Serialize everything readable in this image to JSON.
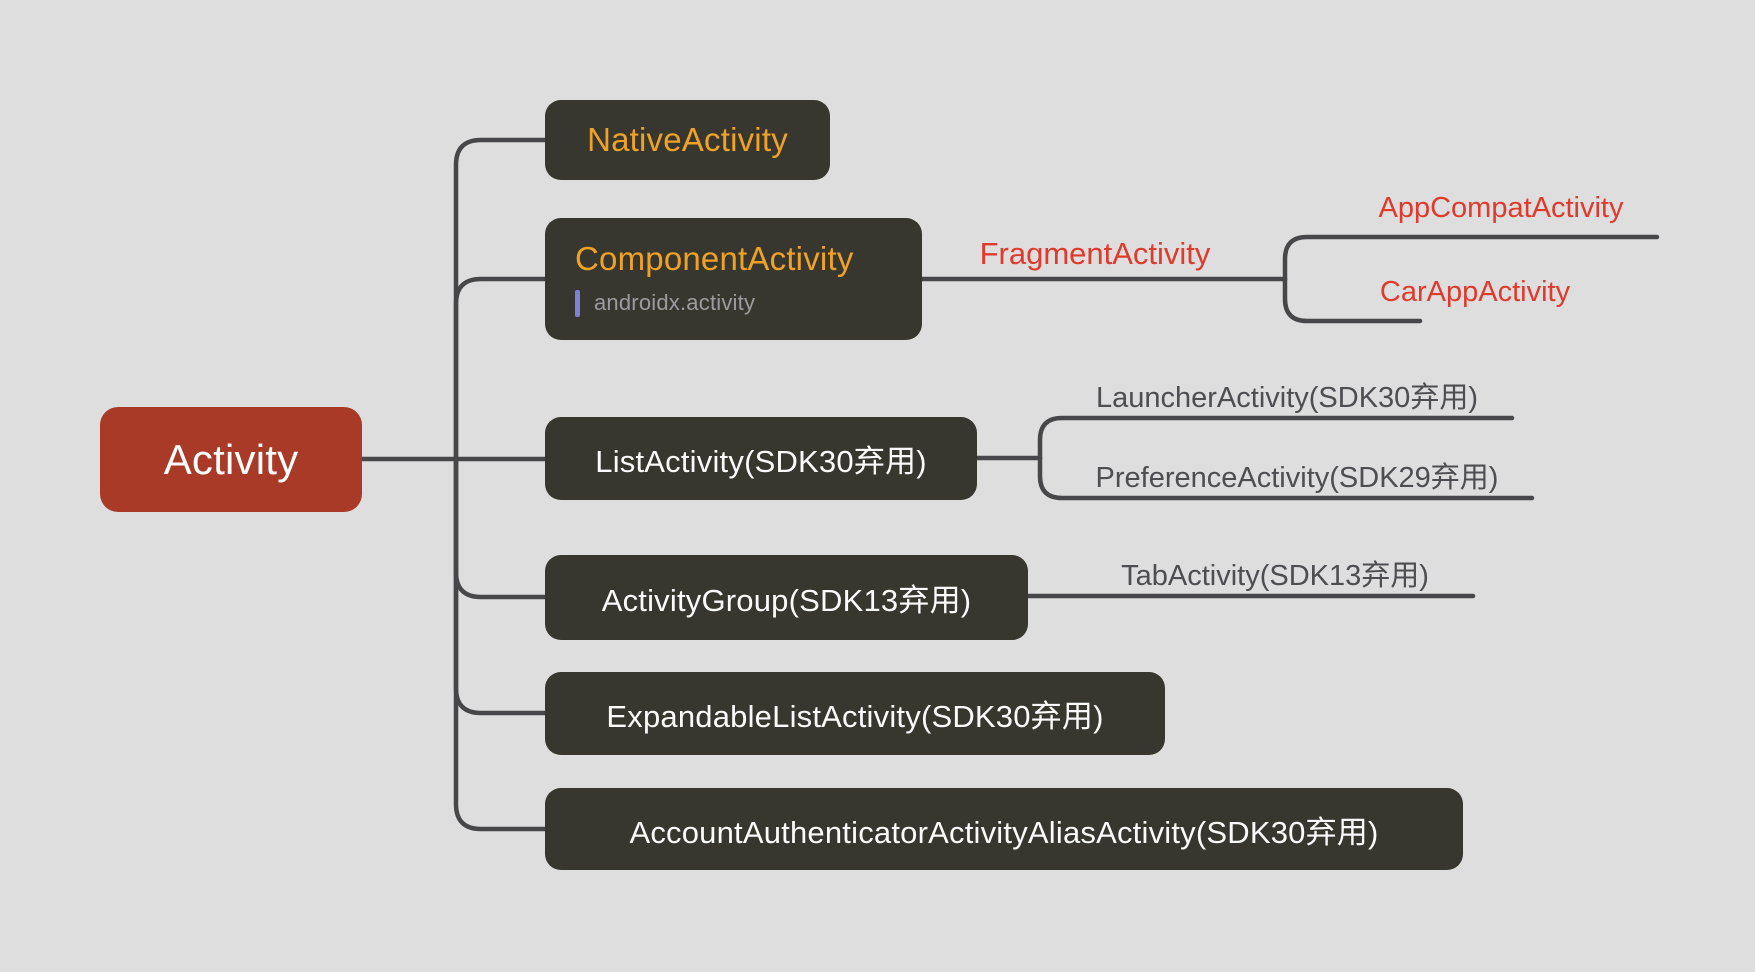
{
  "background_color": "#dedede",
  "colors": {
    "root_node_bg": "#a83a27",
    "dark_node_bg": "#37372f",
    "orange_text": "#efa226",
    "red_text": "#df3a2c",
    "connector_line": "#47474a",
    "line_label_text": "#4d4d52",
    "muted_tag_text": "#9c9ca0",
    "tag_marker_purple": "#7d81d8",
    "node_text_white": "#fbfbfb"
  },
  "mindmap": {
    "root": {
      "label": "Activity"
    },
    "branches": {
      "native": {
        "label": "NativeActivity"
      },
      "component": {
        "label": "ComponentActivity",
        "tag": "androidx.activity"
      },
      "fragment": {
        "label": "FragmentActivity"
      },
      "appcompat": {
        "label": "AppCompatActivity"
      },
      "carapp": {
        "label": "CarAppActivity"
      },
      "list": {
        "label": "ListActivity(SDK30弃用)"
      },
      "launcher": {
        "label": "LauncherActivity(SDK30弃用)"
      },
      "preference": {
        "label": "PreferenceActivity(SDK29弃用)"
      },
      "group": {
        "label": "ActivityGroup(SDK13弃用)"
      },
      "tab": {
        "label": "TabActivity(SDK13弃用)"
      },
      "expandable": {
        "label": "ExpandableListActivity(SDK30弃用)"
      },
      "account": {
        "label": "AccountAuthenticatorActivityAliasActivity(SDK30弃用)"
      }
    }
  }
}
